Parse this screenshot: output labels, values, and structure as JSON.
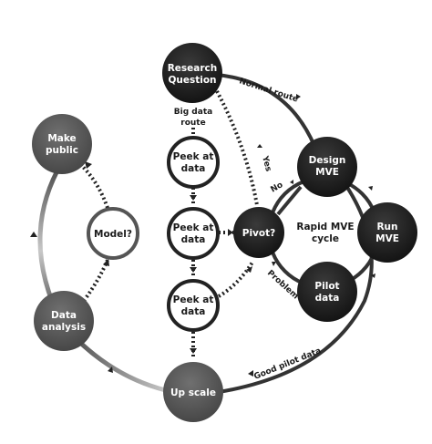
{
  "nodes": {
    "research_question": [
      "Research",
      "Question"
    ],
    "design_mve": [
      "Design",
      "MVE"
    ],
    "run_mve": [
      "Run",
      "MVE"
    ],
    "pilot_data": [
      "Pilot",
      "data"
    ],
    "pivot": [
      "Pivot?"
    ],
    "peek1": [
      "Peek at",
      "data"
    ],
    "peek2": [
      "Peek at",
      "data"
    ],
    "peek3": [
      "Peek at",
      "data"
    ],
    "up_scale": [
      "Up scale"
    ],
    "data_analysis": [
      "Data",
      "analysis"
    ],
    "make_public": [
      "Make",
      "public"
    ],
    "model": [
      "Model?"
    ]
  },
  "labels": {
    "normal_route": "Normal route",
    "big_data_route": [
      "Big data",
      "route"
    ],
    "yes": "Yes",
    "no": "No",
    "rapid_mve_cycle": [
      "Rapid MVE",
      "cycle"
    ],
    "problem": "Problem",
    "good_pilot_data": "Good pilot data"
  },
  "colors": {
    "dark_node": "#1f1f1f",
    "gray_node": "#555555",
    "outline": "#333333",
    "background": "#ffffff"
  }
}
